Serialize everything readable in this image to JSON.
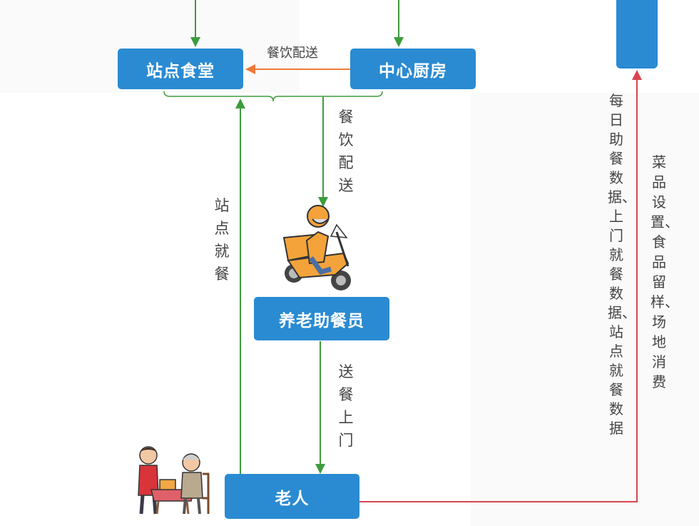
{
  "nodes": {
    "station_canteen": "站点食堂",
    "central_kitchen": "中心厨房",
    "meal_assistant": "养老助餐员",
    "elderly": "老人"
  },
  "labels": {
    "kitchen_to_canteen": "餐饮配送",
    "delivery_vertical": "餐饮配送",
    "dine_in": "站点就餐",
    "send_to_door": "送餐上门",
    "daily_data": "每日助餐数据、上门就餐数据、站点就餐数据",
    "menu_settings": "菜品设置、食品留样、场地消费"
  },
  "colors": {
    "node": "#2a8bd2",
    "green_arrow": "#3c9c3c",
    "orange_arrow": "#ee7a3a",
    "red_arrow": "#d8454e"
  },
  "icons": {
    "delivery": "delivery-scooter-illustration",
    "elderly": "elderly-dining-illustration"
  }
}
